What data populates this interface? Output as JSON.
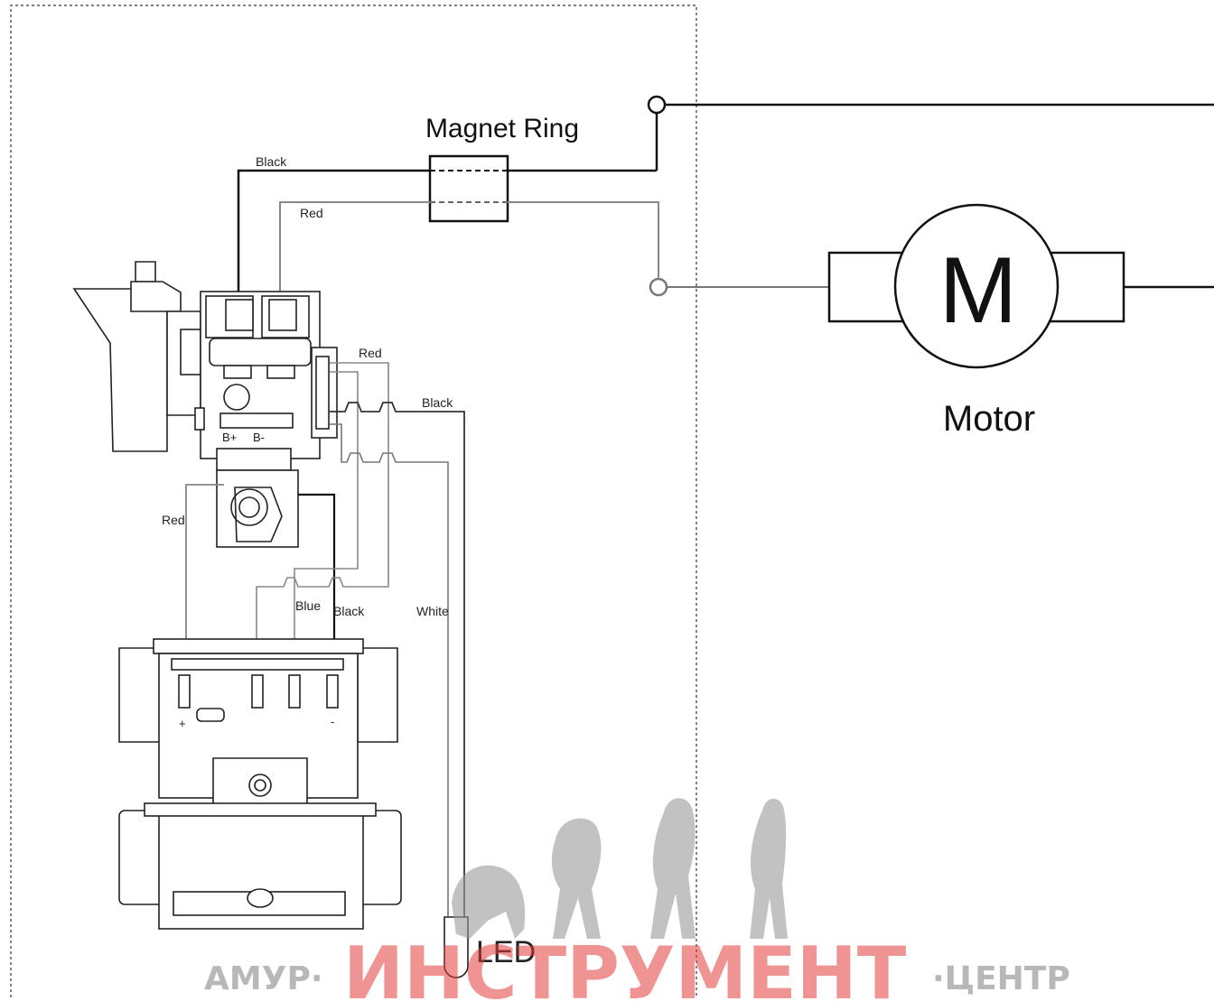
{
  "labels": {
    "magnet_ring": "Magnet Ring",
    "motor": "Motor",
    "motor_symbol": "M",
    "led": "LED",
    "battery_plus": "B+",
    "battery_minus": "B-",
    "terminal_plus": "+",
    "terminal_minus": "-"
  },
  "wires": {
    "black_top": "Black",
    "red_top": "Red",
    "red_mid": "Red",
    "black_mid": "Black",
    "red_left": "Red",
    "blue": "Blue",
    "black_bottom": "Black",
    "white": "White"
  },
  "watermark": {
    "left": "АМУР·",
    "main": "ИНСТРУМЕНТ",
    "right": "·ЦЕНТР"
  },
  "colors": {
    "wire_black": "#111111",
    "wire_gray": "#8c8c8c",
    "watermark_red": "#e23b3b",
    "watermark_gray": "#8a8a8a"
  }
}
